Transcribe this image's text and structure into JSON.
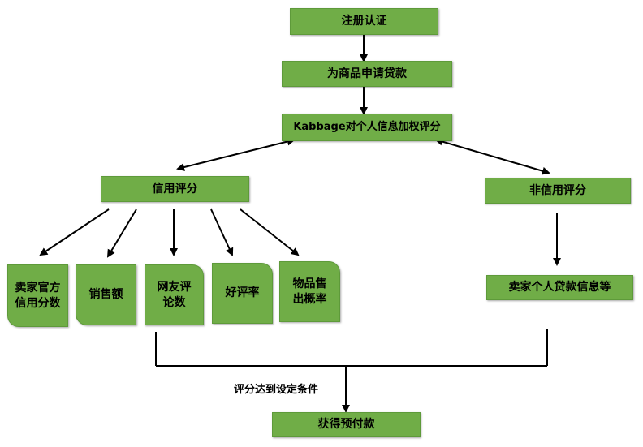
{
  "nodes": {
    "register": "注册认证",
    "apply_loan": "为商品申请贷款",
    "kabbage_score": "Kabbage对个人信息加权评分",
    "credit_score": "信用评分",
    "noncredit_score": "非信用评分",
    "seller_credit": "卖家官方信用分数",
    "sales": "销售额",
    "netizen_reviews": "网友评论数",
    "good_rate": "好评率",
    "sell_rate": "物品售出概率",
    "seller_personal_loan": "卖家个人贷款信息等",
    "advance_payment": "获得预付款"
  },
  "edge_labels": {
    "condition": "评分达到设定条件"
  }
}
